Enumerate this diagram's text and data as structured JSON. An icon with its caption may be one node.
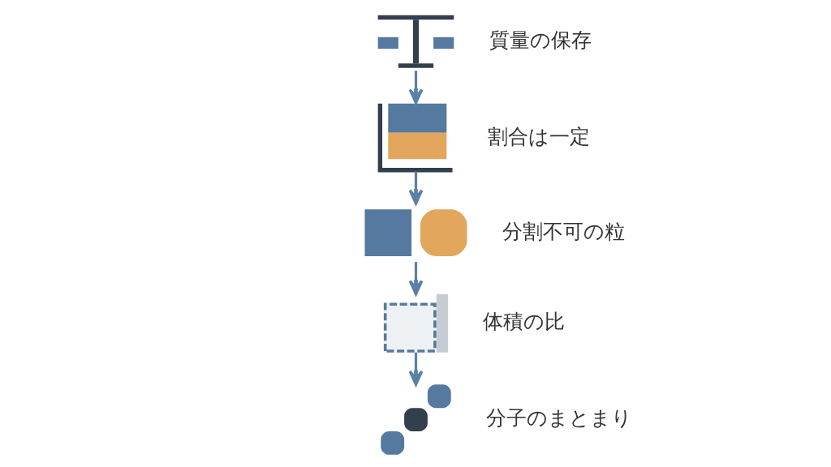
{
  "diagram": {
    "nodes": [
      {
        "text": [],
        "shape": "picture",
        "beside": [
          "質量の保存"
        ]
      },
      {
        "text": [],
        "shape": "picture",
        "beside": [
          "割合は一定"
        ]
      },
      {
        "text": [],
        "shape": "picture",
        "beside": [
          "分割不可の粒"
        ]
      },
      {
        "text": [],
        "shape": "picture",
        "beside": [
          "体積の比"
        ]
      },
      {
        "text": [],
        "shape": "picture",
        "beside": [
          "分子のまとまり"
        ]
      }
    ],
    "edges": [
      {
        "from": 0,
        "to": 1,
        "arrow": "to"
      },
      {
        "from": 1,
        "to": 2,
        "arrow": "to"
      },
      {
        "from": 2,
        "to": 3,
        "arrow": "to"
      },
      {
        "from": 3,
        "to": 4,
        "arrow": "to"
      }
    ]
  }
}
